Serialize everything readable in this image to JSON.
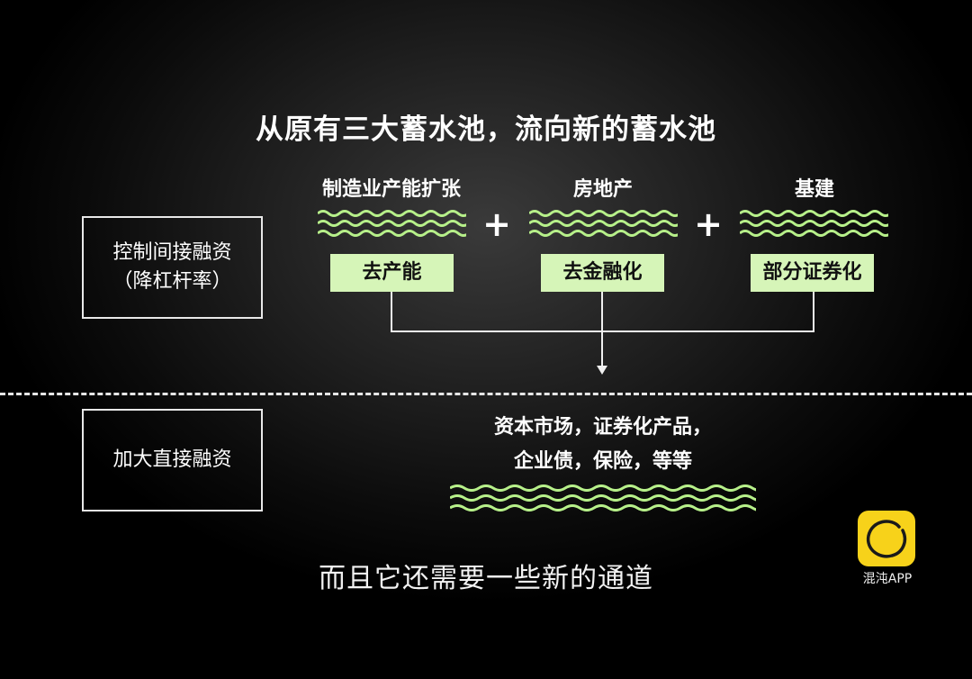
{
  "title": "从原有三大蓄水池，流向新的蓄水池",
  "left_boxes": {
    "indirect_line1": "控制间接融资",
    "indirect_line2": "（降杠杆率）",
    "direct": "加大直接融资"
  },
  "columns": [
    {
      "label": "制造业产能扩张",
      "tag": "去产能"
    },
    {
      "label": "房地产",
      "tag": "去金融化"
    },
    {
      "label": "基建",
      "tag": "部分证券化"
    }
  ],
  "plus_sign": "+",
  "new_pool": {
    "line1": "资本市场，证券化产品，",
    "line2": "企业债，保险，等等"
  },
  "subtitle": "而且它还需要一些新的通道",
  "logo": {
    "text": "混沌APP",
    "color": "#f7d21a"
  },
  "colors": {
    "wave": "#b7f08a",
    "tag_bg": "#d6f5b8"
  }
}
